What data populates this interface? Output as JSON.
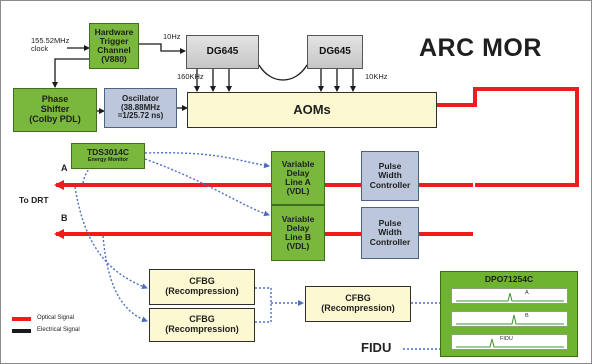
{
  "title": "ARC MOR",
  "boxes": {
    "hardware_trigger": "Hardware\nTrigger\nChannel\n(V880)",
    "phase_shifter": "Phase\nShifter\n(Colby PDL)",
    "oscillator": "Oscillator\n(38.88MHz\n=1/25.72 ns)",
    "dg645_left": "DG645",
    "dg645_right": "DG645",
    "aoms": "AOMs",
    "tds_line1": "TDS3014C",
    "tds_line2": "Energy Monitor",
    "vdl_a": "Variable\nDelay\nLine A\n(VDL)",
    "vdl_b": "Variable\nDelay\nLine B\n(VDL)",
    "pwc_top": "Pulse\nWidth\nController",
    "pwc_bottom": "Pulse\nWidth\nController",
    "cfbg_top": "CFBG\n(Recompression)",
    "cfbg_bottom": "CFBG\n(Recompression)",
    "cfbg_right": "CFBG\n(Recompression)"
  },
  "labels": {
    "clock": "155.52MHz\nclock",
    "trigger_rate": "10Hz",
    "freq_160k": "160KHz",
    "freq_10k": "10KHz",
    "line_a": "A",
    "line_b": "B",
    "to_drt": "To DRT",
    "fidu": "FIDU"
  },
  "scope": {
    "title": "DPO71254C",
    "traces": [
      "A",
      "B",
      "FIDU"
    ]
  },
  "legend": {
    "optical": "Optical Signal",
    "electrical": "Electrical Signal"
  },
  "colors": {
    "optical": "#ee1c1c",
    "electrical": "#1a1a1a",
    "fiber_dotted": "#4a6fc1",
    "green_box": "#79b83c",
    "blue_box": "#bcc7dc",
    "yellow_box": "#fcf8d2"
  }
}
